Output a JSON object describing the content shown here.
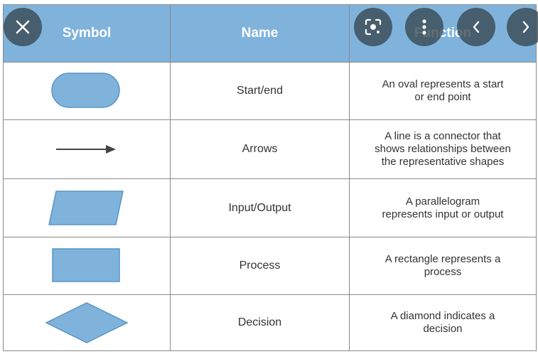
{
  "table": {
    "headers": {
      "symbol": "Symbol",
      "name": "Name",
      "function": "Function"
    },
    "rows": [
      {
        "shape": "oval",
        "name": "Start/end",
        "function_lines": [
          "An oval represents a start",
          "or end point"
        ]
      },
      {
        "shape": "arrow",
        "name": "Arrows",
        "function_lines": [
          "A line is a connector that",
          "shows relationships between",
          "the representative shapes"
        ]
      },
      {
        "shape": "parallelogram",
        "name": "Input/Output",
        "function_lines": [
          "A parallelogram",
          "represents input or output"
        ]
      },
      {
        "shape": "rectangle",
        "name": "Process",
        "function_lines": [
          "A rectangle represents a",
          "process"
        ]
      },
      {
        "shape": "diamond",
        "name": "Decision",
        "function_lines": [
          "A diamond indicates a",
          "decision"
        ]
      }
    ]
  },
  "overlay": {
    "buttons": [
      "close-icon",
      "lens-search-icon",
      "more-vert-icon",
      "chevron-left-icon",
      "chevron-right-icon"
    ]
  },
  "colors": {
    "header_bg": "#7fb3dc",
    "shape_fill": "#7fb3dc",
    "shape_stroke": "#5a95c4",
    "overlay_btn": "#37464f"
  }
}
